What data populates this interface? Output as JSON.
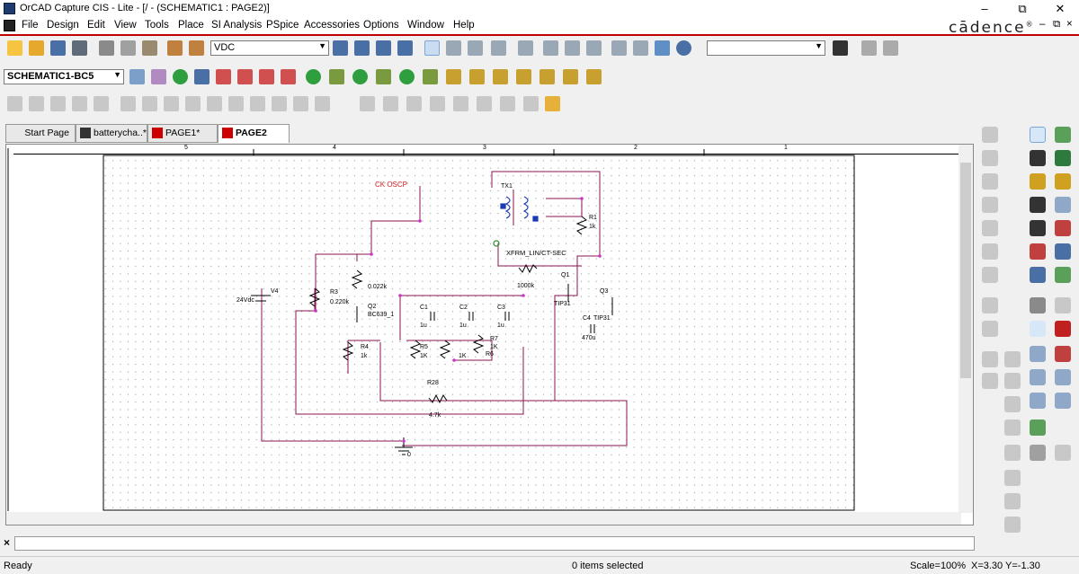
{
  "window": {
    "title": "OrCAD Capture CIS - Lite - [/ - (SCHEMATIC1 : PAGE2)]",
    "minimize": "–",
    "restore": "⧉",
    "close": "✕"
  },
  "menu": [
    "File",
    "Design",
    "Edit",
    "View",
    "Tools",
    "Place",
    "SI Analysis",
    "PSpice",
    "Accessories",
    "Options",
    "Window",
    "Help"
  ],
  "brand": "cādence",
  "mdi": {
    "minimize": "–",
    "restore": "⧉",
    "close": "×"
  },
  "toolbar1": {
    "part_combo": "VDC",
    "search_combo": ""
  },
  "toolbar2": {
    "profile_combo": "SCHEMATIC1-BC5"
  },
  "tabs": [
    "Start Page",
    "batterycha..*",
    "PAGE1*",
    "PAGE2"
  ],
  "ruler": [
    "5",
    "4",
    "3",
    "2",
    "1"
  ],
  "schematic": {
    "labels": {
      "osc": "CK OSCP",
      "tx": "TX1",
      "xfrm": "XFRM_LIN/CT-SEC",
      "r1": "R1",
      "r1v": "1k",
      "r1k": "1000k",
      "v4": "V4",
      "v4v": "24Vdc",
      "r3": "R3",
      "r3v": "0.220k",
      "r3b": "0.022k",
      "q2": "Q2",
      "q2v": "BC639_1",
      "r4": "R4",
      "r4v": "1k",
      "c1": "C1",
      "c1v": "1u",
      "c2": "C2",
      "c2v": "1u",
      "c3": "C3",
      "c3v": "1u",
      "r5": "R5",
      "r5v": "1K",
      "r6": "R6",
      "r6v": "1K",
      "r7": "R7",
      "r7v": "1K",
      "q1": "Q1",
      "q1v": "TIP31",
      "q3": "Q3",
      "q3v": "TIP31",
      "c4": "C4",
      "c4v": "470u",
      "r28": "R28",
      "r28v": "4.7k",
      "gnd": "0"
    }
  },
  "status": {
    "left": "Ready",
    "mid": "0 items selected",
    "scale": "Scale=100%",
    "coords": "X=3.30  Y=-1.30"
  },
  "command": {
    "close": "×"
  }
}
